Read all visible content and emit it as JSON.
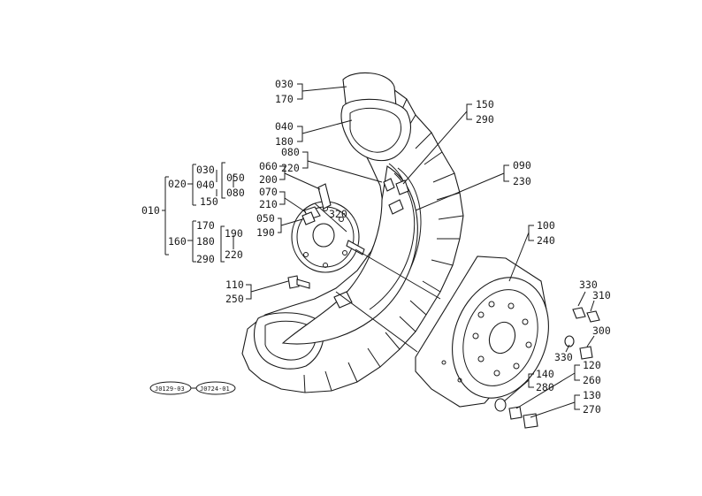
{
  "callouts": {
    "c010": "010",
    "c020": "020",
    "c160": "160",
    "c030a": "030",
    "c040a": "040",
    "c150a": "150",
    "c050a": "050",
    "c080a": "080",
    "c170a": "170",
    "c180a": "180",
    "c290a": "290",
    "c190a": "190",
    "c220a": "220",
    "c030": "030",
    "c170": "170",
    "c040": "040",
    "c180": "180",
    "c150": "150",
    "c290": "290",
    "c080": "080",
    "c220": "220",
    "c090": "090",
    "c230": "230",
    "c060": "060",
    "c200": "200",
    "c070": "070",
    "c210": "210",
    "c050": "050",
    "c190": "190",
    "c320": "320",
    "c100": "100",
    "c240": "240",
    "c110": "110",
    "c250": "250",
    "c330a": "330",
    "c310": "310",
    "c300": "300",
    "c330b": "330",
    "c120": "120",
    "c260": "260",
    "c140": "140",
    "c280": "280",
    "c130": "130",
    "c270": "270"
  },
  "refs": {
    "left": "J0129-03",
    "right": "J0724-01"
  }
}
